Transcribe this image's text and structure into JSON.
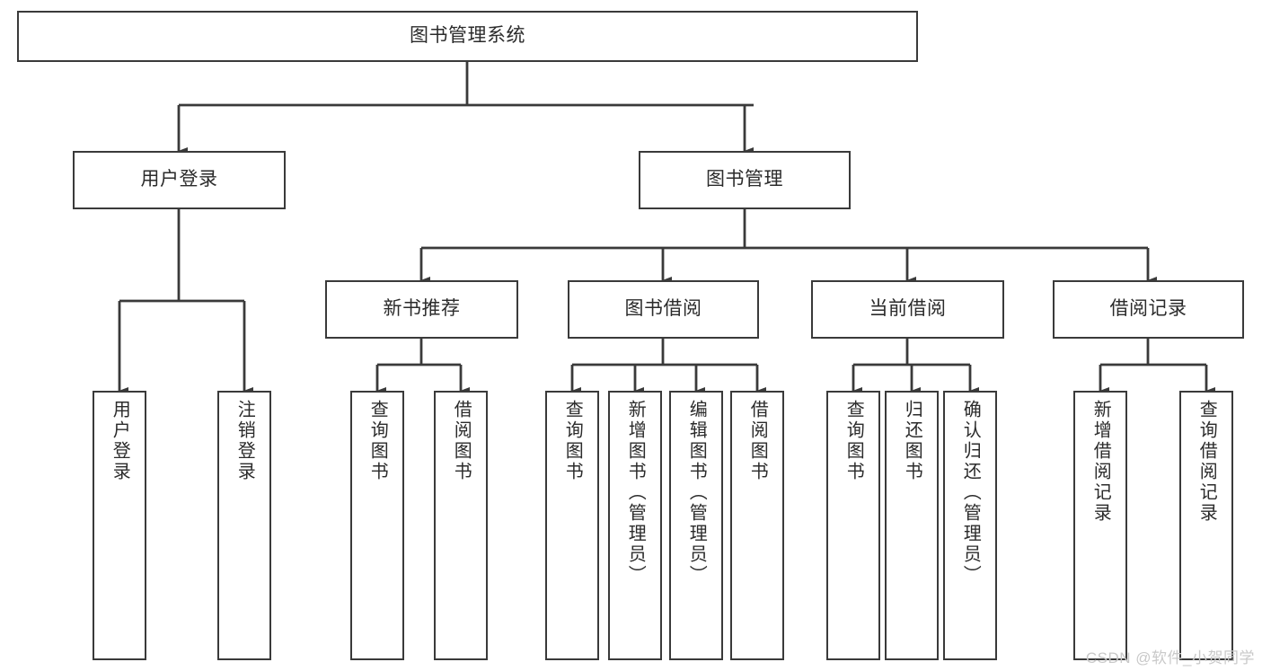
{
  "diagram": {
    "type": "tree-hierarchy-chart",
    "title": "图书管理系统",
    "colors": {
      "box_border": "#3a3a3a",
      "box_fill": "#ffffff",
      "connector": "#3a3a3a",
      "text": "#2b2b2b",
      "watermark": "#c9c9c9",
      "background": "#ffffff"
    },
    "levels": {
      "root": {
        "label": "图书管理系统"
      },
      "level2": [
        {
          "label": "用户登录"
        },
        {
          "label": "图书管理"
        }
      ],
      "level3": [
        {
          "label": "新书推荐"
        },
        {
          "label": "图书借阅"
        },
        {
          "label": "当前借阅"
        },
        {
          "label": "借阅记录"
        }
      ],
      "leaves": {
        "user_login": [
          {
            "label": "用户登录"
          },
          {
            "label": "注销登录"
          }
        ],
        "new_book_recommend": [
          {
            "label": "查询图书"
          },
          {
            "label": "借阅图书"
          }
        ],
        "book_borrow": [
          {
            "label": "查询图书"
          },
          {
            "label": "新增图书（管理员）"
          },
          {
            "label": "编辑图书（管理员）"
          },
          {
            "label": "借阅图书"
          }
        ],
        "current_borrow": [
          {
            "label": "查询图书"
          },
          {
            "label": "归还图书"
          },
          {
            "label": "确认归还（管理员）"
          }
        ],
        "borrow_record": [
          {
            "label": "新增借阅记录"
          },
          {
            "label": "查询借阅记录"
          }
        ]
      }
    },
    "watermark": "CSDN @软件_小贺同学"
  }
}
